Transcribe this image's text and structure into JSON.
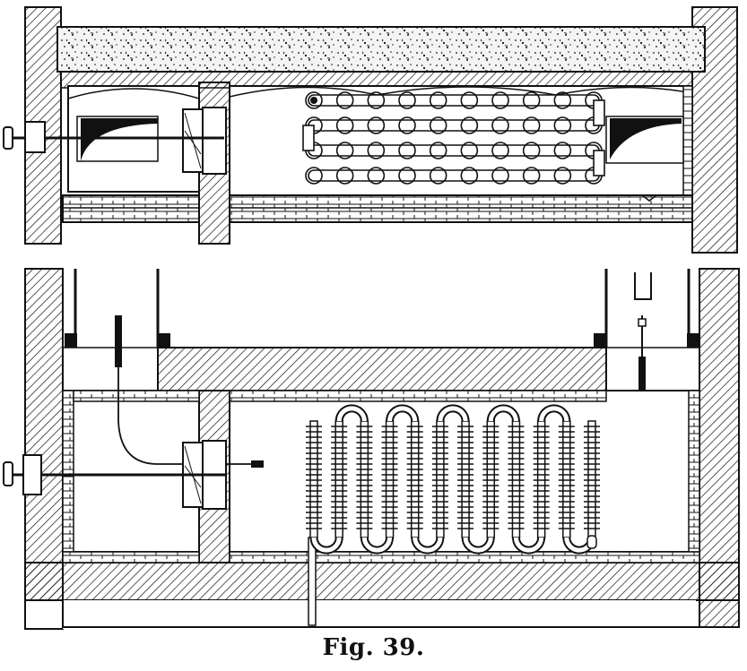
{
  "figure": {
    "caption": "Fig. 39.",
    "colors": {
      "ink": "#111111",
      "paper": "#ffffff",
      "insulation_fill": "#f4f4f4"
    },
    "top_view": {
      "coil_rows": 4,
      "coil_columns": 10
    },
    "side_view": {
      "coil_tubes": 12
    }
  }
}
